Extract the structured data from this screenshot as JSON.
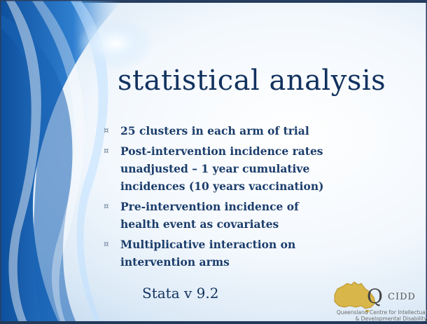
{
  "slide": {
    "title": "statistical analysis",
    "bullet_glyph": "¤",
    "bullets": [
      "25 clusters in each arm of trial",
      "Post-intervention incidence rates unadjusted – 1 year cumulative incidences (10 years vaccination)",
      "Pre-intervention incidence of health event as covariates",
      "Multiplicative interaction on intervention arms"
    ],
    "footnote": "Stata v 9.2"
  },
  "logo": {
    "letter": "Q",
    "name": "CIDD",
    "line1": "Queensland Centre for Intellectual",
    "line2": "& Developmental Disability",
    "map_color": "#d8b64a"
  },
  "colors": {
    "title": "#12325f",
    "text": "#1b3d6b",
    "accent": "#2b6fb8"
  }
}
